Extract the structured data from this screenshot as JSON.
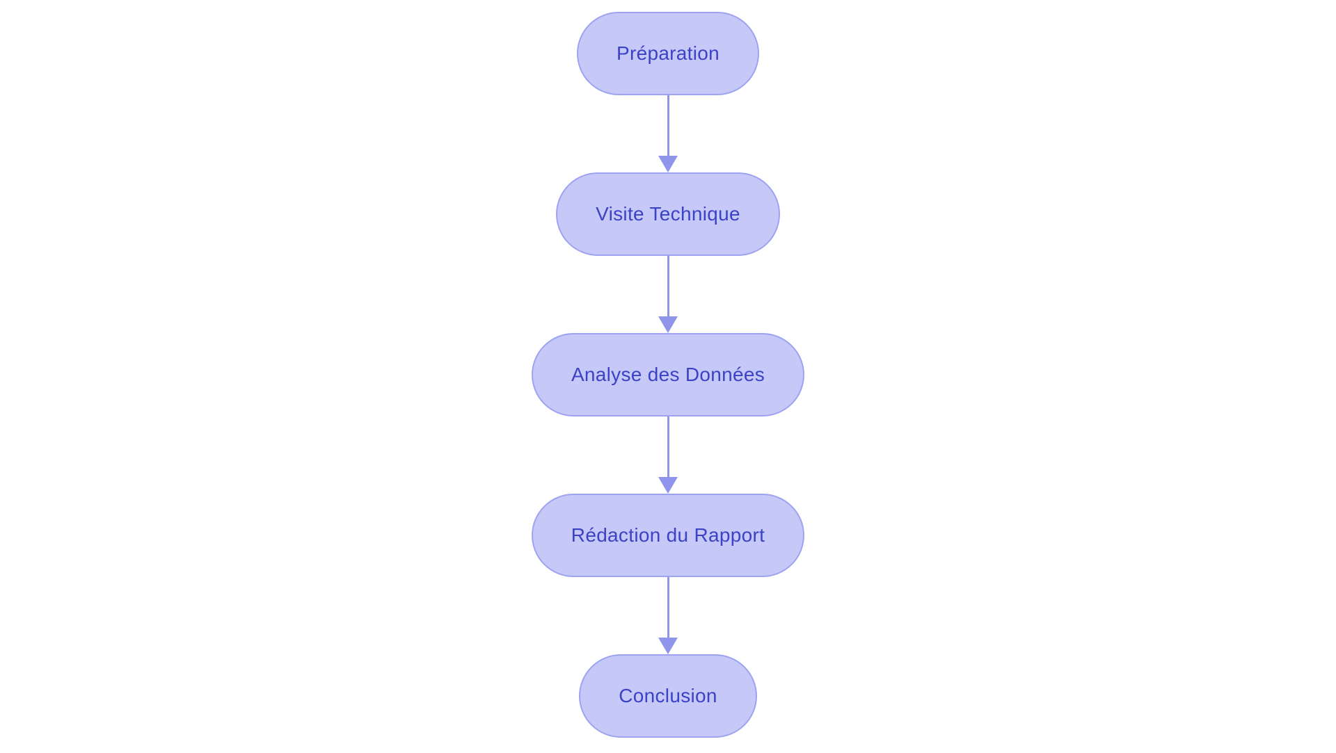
{
  "diagram": {
    "type": "flowchart",
    "direction": "top-down",
    "background": "#ffffff",
    "nodes": [
      {
        "id": "preparation",
        "label": "Préparation"
      },
      {
        "id": "visite-technique",
        "label": "Visite Technique"
      },
      {
        "id": "analyse-des-donnees",
        "label": "Analyse des Données"
      },
      {
        "id": "redaction-du-rapport",
        "label": "Rédaction du Rapport"
      },
      {
        "id": "conclusion",
        "label": "Conclusion"
      }
    ],
    "edges": [
      {
        "from": "Préparation",
        "to": "Visite Technique"
      },
      {
        "from": "Visite Technique",
        "to": "Analyse des Données"
      },
      {
        "from": "Analyse des Données",
        "to": "Rédaction du Rapport"
      },
      {
        "from": "Rédaction du Rapport",
        "to": "Conclusion"
      }
    ],
    "colors": {
      "node_fill": "#c6c8f8",
      "node_border": "#9da3f0",
      "node_text": "#3c42c4",
      "arrow": "#8e95ea",
      "background": "#ffffff"
    }
  }
}
